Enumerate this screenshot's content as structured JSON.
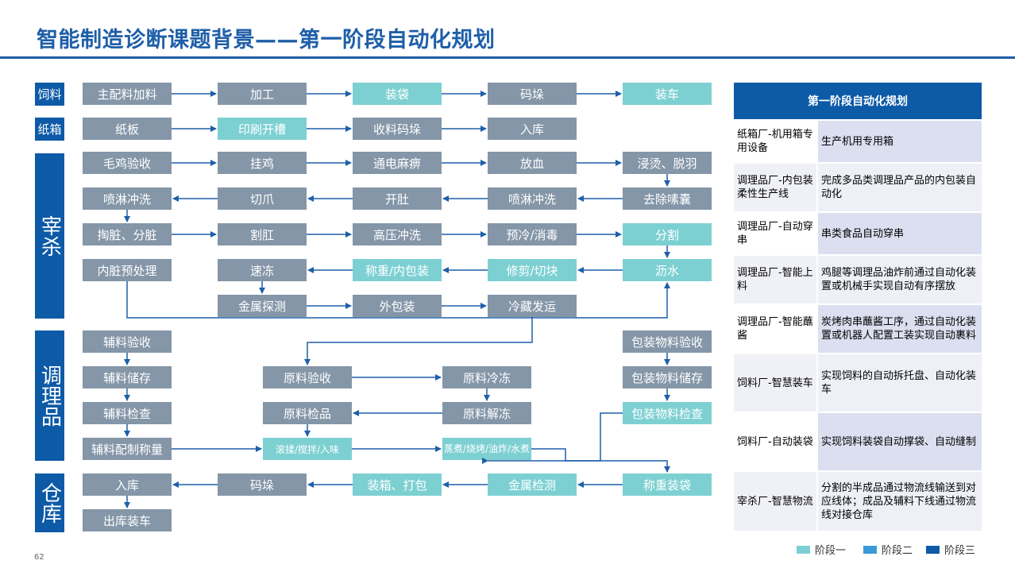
{
  "title": "智能制造诊断课题背景——第一阶段自动化规划",
  "page_number": "62",
  "categories": {
    "feed": "饲料",
    "carton": "纸箱",
    "slaughter": "宰杀",
    "prepared": "调理品",
    "warehouse": "仓库"
  },
  "boxes": {
    "f1": "主配料加料",
    "f2": "加工",
    "f3": "装袋",
    "f4": "码垛",
    "f5": "装车",
    "c1": "纸板",
    "c2": "印刷开槽",
    "c3": "收料码垛",
    "c4": "入库",
    "s1": "毛鸡验收",
    "s2": "挂鸡",
    "s3": "通电麻痹",
    "s4": "放血",
    "s5": "浸烫、脱羽",
    "s6": "喷淋冲洗",
    "s7": "切爪",
    "s8": "开肚",
    "s9": "喷淋冲洗",
    "s10": "去除嗉囊",
    "s11": "掏脏、分脏",
    "s12": "割肛",
    "s13": "高压冲洗",
    "s14": "预冷/消毒",
    "s15": "分割",
    "s16": "内脏预处理",
    "s17": "速冻",
    "s18": "称重/内包装",
    "s19": "修剪/切块",
    "s20": "沥水",
    "s21": "金属探测",
    "s22": "外包装",
    "s23": "冷藏发运",
    "p1": "辅料验收",
    "p2": "包装物料验收",
    "p3": "辅料储存",
    "p4": "原料验收",
    "p5": "原料冷冻",
    "p6": "包装物料储存",
    "p7": "辅料检查",
    "p8": "原料检品",
    "p9": "原料解冻",
    "p10": "包装物料检查",
    "p11": "辅料配制称量",
    "p12": "滚揉/搅拌/入味",
    "p13": "蒸煮/烧烤/油炸/水煮",
    "w1": "入库",
    "w2": "码垛",
    "w3": "装箱、打包",
    "w4": "金属检测",
    "w5": "称重装袋",
    "w6": "出库装车"
  },
  "plan": {
    "header": "第一阶段自动化规划",
    "rows": [
      {
        "scope": "纸箱厂-机用箱专用设备",
        "content": "生产机用专用箱"
      },
      {
        "scope": "调理品厂-内包装柔性生产线",
        "content": "完成多品类调理品产品的内包装自动化"
      },
      {
        "scope": "调理品厂-自动穿串",
        "content": "串类食品自动穿串"
      },
      {
        "scope": "调理品厂-智能上料",
        "content": "鸡腿等调理品油炸前通过自动化装置或机械手实现自动有序摆放"
      },
      {
        "scope": "调理品厂-智能蘸酱",
        "content": "炭烤肉串蘸酱工序，通过自动化装置或机器人配置工装实现自动裹料"
      },
      {
        "scope": "饲料厂-智慧装车",
        "content": "实现饲料的自动拆托盘、自动化装车"
      },
      {
        "scope": "饲料厂-自动装袋",
        "content": "实现饲料装袋自动撑袋、自动缝制"
      },
      {
        "scope": "宰杀厂-智慧物流",
        "content": "分割的半成品通过物流线输送到对应线体；成品及辅料下线通过物流线对接仓库"
      }
    ]
  },
  "legend": [
    {
      "label": "阶段一",
      "color": "#7dd0d2"
    },
    {
      "label": "阶段二",
      "color": "#3a9ad9"
    },
    {
      "label": "阶段三",
      "color": "#0d5aa7"
    }
  ],
  "colors": {
    "accent": "#0d5aa7",
    "gray_box": "#8496a8",
    "teal_box": "#7dd0d2",
    "arrow": "#1f5fa8"
  }
}
